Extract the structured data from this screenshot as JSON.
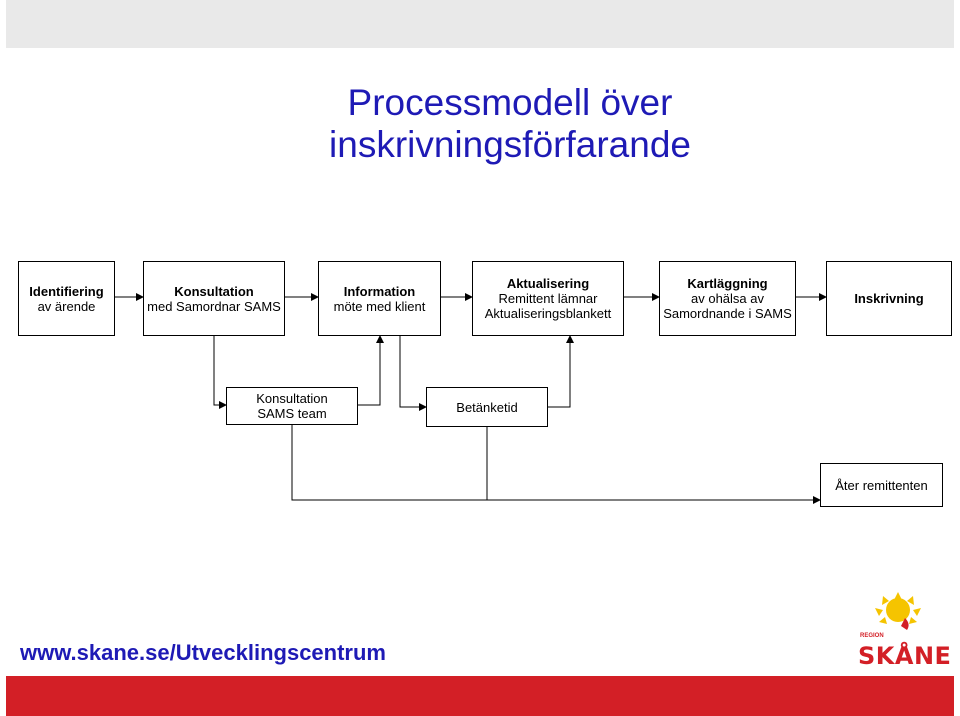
{
  "title": {
    "line1": "Processmodell över",
    "line2": "inskrivningsförfarande"
  },
  "process": [
    {
      "bold": "Identifiering",
      "line2": "av ärende"
    },
    {
      "bold": "Konsultation",
      "line2": "med Samordnar SAMS"
    },
    {
      "bold": "Information",
      "line2": "möte med klient"
    },
    {
      "bold": "Aktualisering",
      "line2": "Remittent lämnar",
      "line3": "Aktualiseringsblankett"
    },
    {
      "bold": "Kartläggning",
      "line2": "av ohälsa av",
      "line3": "Samordnande i SAMS"
    },
    {
      "bold": "Inskrivning"
    }
  ],
  "secondary": {
    "sams_team": {
      "line1": "Konsultation",
      "line2": "SAMS team"
    },
    "betanketid": "Betänketid",
    "ater": "Åter remittenten"
  },
  "footer": {
    "url": "www.skane.se/Utvecklingscentrum",
    "logo_word": "SKÅNE",
    "logo_small": "REGION"
  },
  "colors": {
    "title": "#1e1ab5",
    "bottom_bar": "#d31f26",
    "top_bar": "#e9e9e9",
    "logo_sun": "#f5c400",
    "logo_red": "#d31f26"
  }
}
